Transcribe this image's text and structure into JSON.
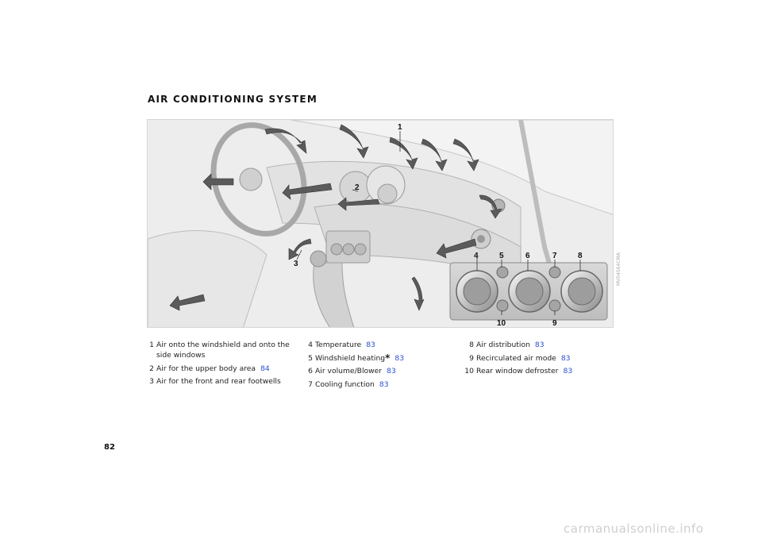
{
  "section_title": "AIR CONDITIONING SYSTEM",
  "figure": {
    "callouts": [
      "1",
      "2",
      "3",
      "4",
      "5",
      "6",
      "7",
      "8",
      "9",
      "10"
    ],
    "image_code": "MV04564CMA",
    "colors": {
      "background": "#ededed",
      "lines": "#9a9a9a",
      "arrows": "#555555"
    }
  },
  "legend": {
    "col1": [
      {
        "num": "1",
        "text": "Air onto the windshield and onto the side windows",
        "page": ""
      },
      {
        "num": "2",
        "text": "Air for the upper body area",
        "page": "84"
      },
      {
        "num": "3",
        "text": "Air for the front and rear footwells",
        "page": ""
      }
    ],
    "col2": [
      {
        "num": "4",
        "text": "Temperature",
        "page": "83"
      },
      {
        "num": "5",
        "text": "Windshield heating",
        "star": "*",
        "page": "83"
      },
      {
        "num": "6",
        "text": "Air volume/Blower",
        "page": "83"
      },
      {
        "num": "7",
        "text": "Cooling function",
        "page": "83"
      }
    ],
    "col3": [
      {
        "num": "8",
        "text": "Air distribution",
        "page": "83"
      },
      {
        "num": "9",
        "text": "Recirculated air mode",
        "page": "83"
      },
      {
        "num": "10",
        "text": "Rear window defroster",
        "page": "83"
      }
    ]
  },
  "page_number": "82",
  "watermark": "carmanualsonline.info"
}
